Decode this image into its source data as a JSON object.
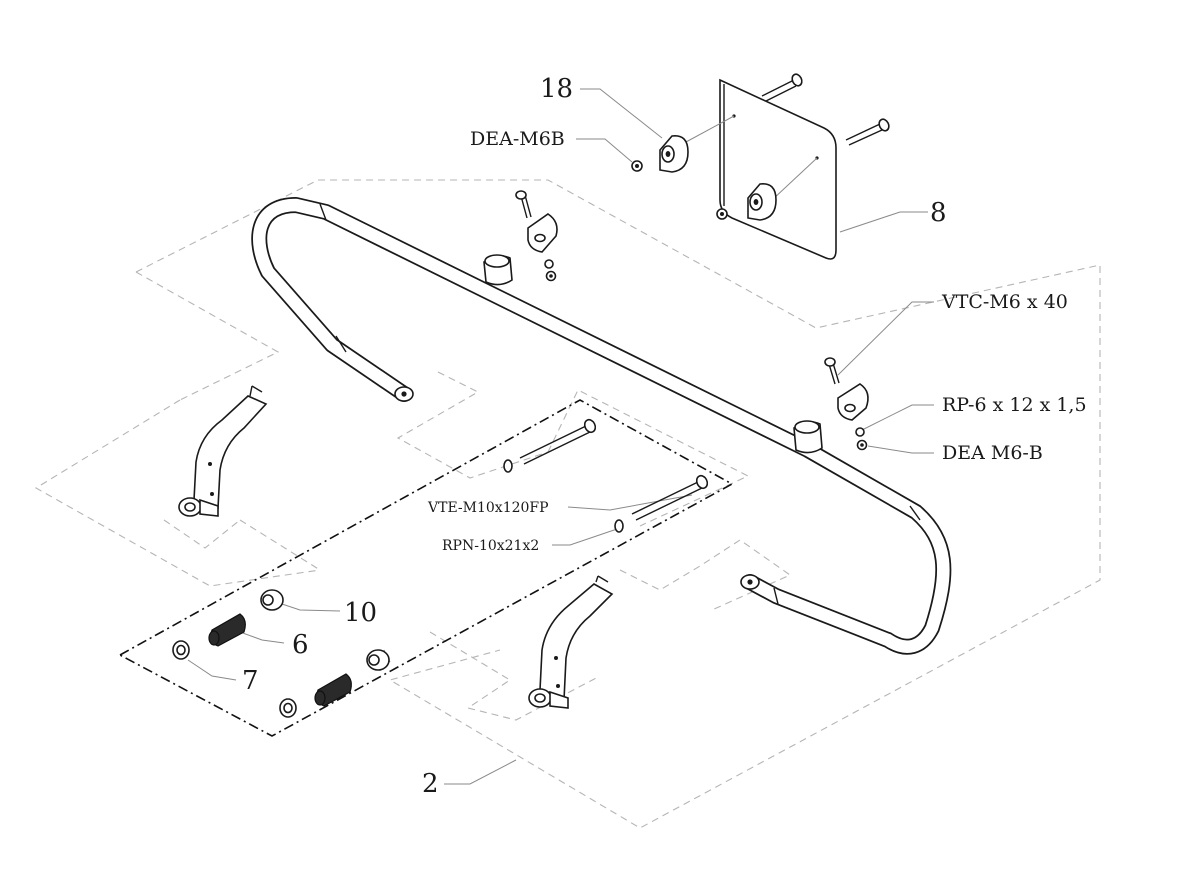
{
  "callouts": {
    "c18": "18",
    "dea_m6b": "DEA-M6B",
    "c8": "8",
    "vtc_m6_40": "VTC-M6 x 40",
    "rp_6": "RP-6 x 12 x 1,5",
    "dea_m6_b": "DEA M6-B",
    "vte_m10": "VTE-M10x120FP",
    "rpn_10": "RPN-10x21x2",
    "c10": "10",
    "c6": "6",
    "c7": "7",
    "c2": "2"
  }
}
